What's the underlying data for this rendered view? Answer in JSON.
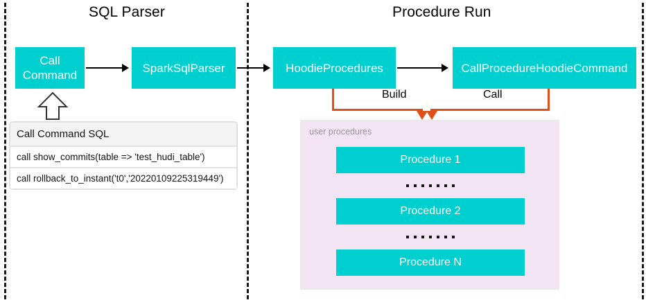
{
  "diagram": {
    "sections": [
      {
        "id": "sql-parser",
        "title": "SQL Parser"
      },
      {
        "id": "procedure-run",
        "title": "Procedure Run"
      }
    ],
    "nodes": {
      "call_command": "Call\nCommand",
      "call_command_line1": "Call",
      "call_command_line2": "Command",
      "spark_sql_parser": "SparkSqlParser",
      "hoodie_procedures": "HoodieProcedures",
      "call_procedure_hoodie_command": "CallProcedureHoodieCommand"
    },
    "edge_labels": {
      "build": "Build",
      "call": "Call"
    },
    "sql_table": {
      "header": "Call Command SQL",
      "rows": [
        "call show_commits(table => 'test_hudi_table')",
        "call rollback_to_instant('t0','20220109225319449')"
      ]
    },
    "user_procedures": {
      "label": "user procedures",
      "items": [
        {
          "label": "Procedure 1"
        },
        {
          "label": "Procedure 2"
        },
        {
          "label": "Procedure N"
        }
      ],
      "ellipsis_dots": 7
    },
    "colors": {
      "node_fill": "#00CFCF",
      "node_text": "#FFFFFF",
      "panel_fill": "#F3E4F3",
      "panel_label": "#999999",
      "connector_orange": "#E04F16",
      "arrow_black": "#000000",
      "divider_dash": "#1A1A1A",
      "table_header_fill": "#F4F4F4",
      "table_border": "#E2E2E2"
    }
  }
}
